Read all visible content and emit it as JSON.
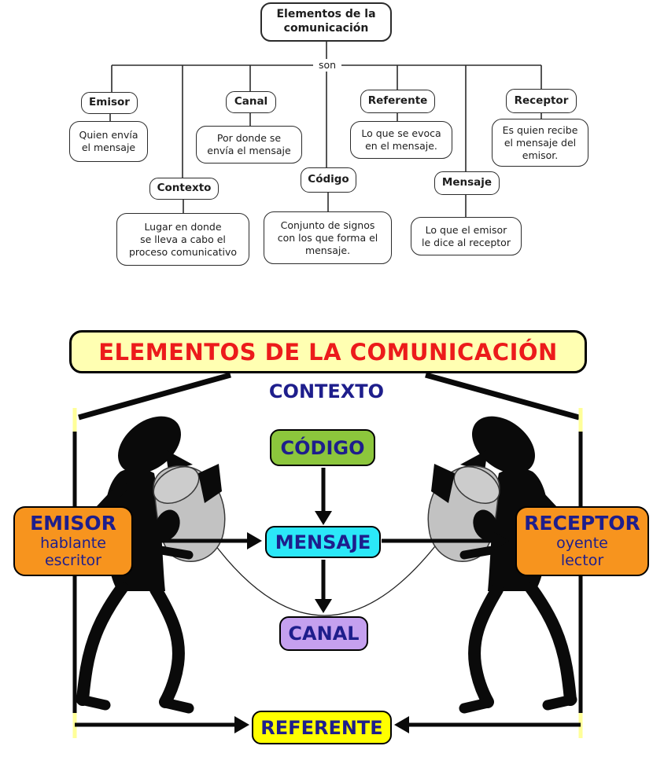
{
  "concept_map": {
    "root_title": "Elementos de la\ncomunicación",
    "connector_label": "son",
    "nodes": [
      {
        "label": "Emisor",
        "desc": "Quien envía\nel mensaje"
      },
      {
        "label": "Contexto",
        "desc": "Lugar en donde\nse lleva a cabo el\nproceso comunicativo"
      },
      {
        "label": "Canal",
        "desc": "Por donde se\nenvía el mensaje"
      },
      {
        "label": "Código",
        "desc": "Conjunto de signos\ncon los que forma el\nmensaje."
      },
      {
        "label": "Referente",
        "desc": "Lo que se evoca\nen el mensaje."
      },
      {
        "label": "Mensaje",
        "desc": "Lo que el emisor\nle dice al receptor"
      },
      {
        "label": "Receptor",
        "desc": "Es quien recibe\nel mensaje del\nemisor."
      }
    ]
  },
  "poster": {
    "title": "ELEMENTOS DE LA COMUNICACIÓN",
    "context_label": "CONTEXTO",
    "codigo_label": "CÓDIGO",
    "mensaje_label": "MENSAJE",
    "canal_label": "CANAL",
    "referente_label": "REFERENTE",
    "emisor": {
      "label": "EMISOR",
      "sub1": "hablante",
      "sub2": "escritor"
    },
    "receptor": {
      "label": "RECEPTOR",
      "sub1": "oyente",
      "sub2": "lector"
    },
    "colors": {
      "title_bg": "#FFFFB2",
      "title_text": "#EC1B1B",
      "navy_text": "#1E1E8C",
      "codigo_bg": "#8CC63C",
      "mensaje_bg": "#2BE8F8",
      "canal_bg": "#C5A0EF",
      "referente_bg": "#FFFF00",
      "emisor_receptor_bg": "#F7941E",
      "highlight_yellow": "#FFFF99",
      "silhouette": "#0A0A0A",
      "megaphone_gray": "#C2C2C2"
    }
  }
}
